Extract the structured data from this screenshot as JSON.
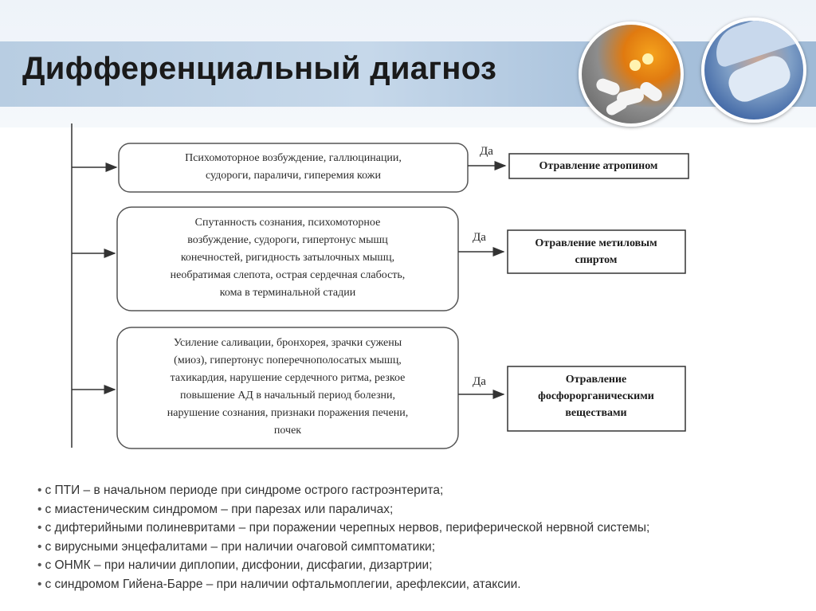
{
  "header": {
    "title": "Дифференциальный диагноз",
    "images": [
      "pills-photo",
      "medic-photo"
    ]
  },
  "diagram": {
    "branches": [
      {
        "condition_lines": [
          "Психомоторное возбуждение, галлюцинации,",
          "судороги, параличи, гиперемия кожи"
        ],
        "arrow_label": "Да",
        "result_lines": [
          "Отравление атропином"
        ]
      },
      {
        "condition_lines": [
          "Спутанность сознания, психомоторное",
          "возбуждение, судороги, гипертонус мышц",
          "конечностей, ригидность затылочных мышц,",
          "необратимая слепота, острая сердечная слабость,",
          "кома в терминальной стадии"
        ],
        "arrow_label": "Да",
        "result_lines": [
          "Отравление метиловым",
          "спиртом"
        ]
      },
      {
        "condition_lines": [
          "Усиление саливации, бронхорея, зрачки сужены",
          "(миоз), гипертонус поперечнополосатых мышц,",
          "тахикардия, нарушение сердечного ритма, резкое",
          "повышение АД в начальный период болезни,",
          "нарушение сознания, признаки поражения печени,",
          "почек"
        ],
        "arrow_label": "Да",
        "result_lines": [
          "Отравление",
          "фосфорорганическими",
          "веществами"
        ]
      }
    ]
  },
  "bullets": [
    "с ПТИ – в начальном периоде при синдроме острого гастроэнтерита;",
    "с миастеническим синдромом – при парезах или параличах;",
    "с дифтерийными полиневритами – при поражении черепных нервов, периферической нервной системы;",
    "с вирусными энцефалитами – при наличии очаговой симптоматики;",
    "с ОНМК – при наличии диплопии, дисфонии, дисфагии, дизартрии;",
    "с синдромом Гийена-Барре – при наличии офтальмоплегии, арефлексии, атаксии."
  ],
  "colors": {
    "title_bar": "#b8cde2",
    "line": "#333333",
    "text": "#2a2a2a"
  }
}
